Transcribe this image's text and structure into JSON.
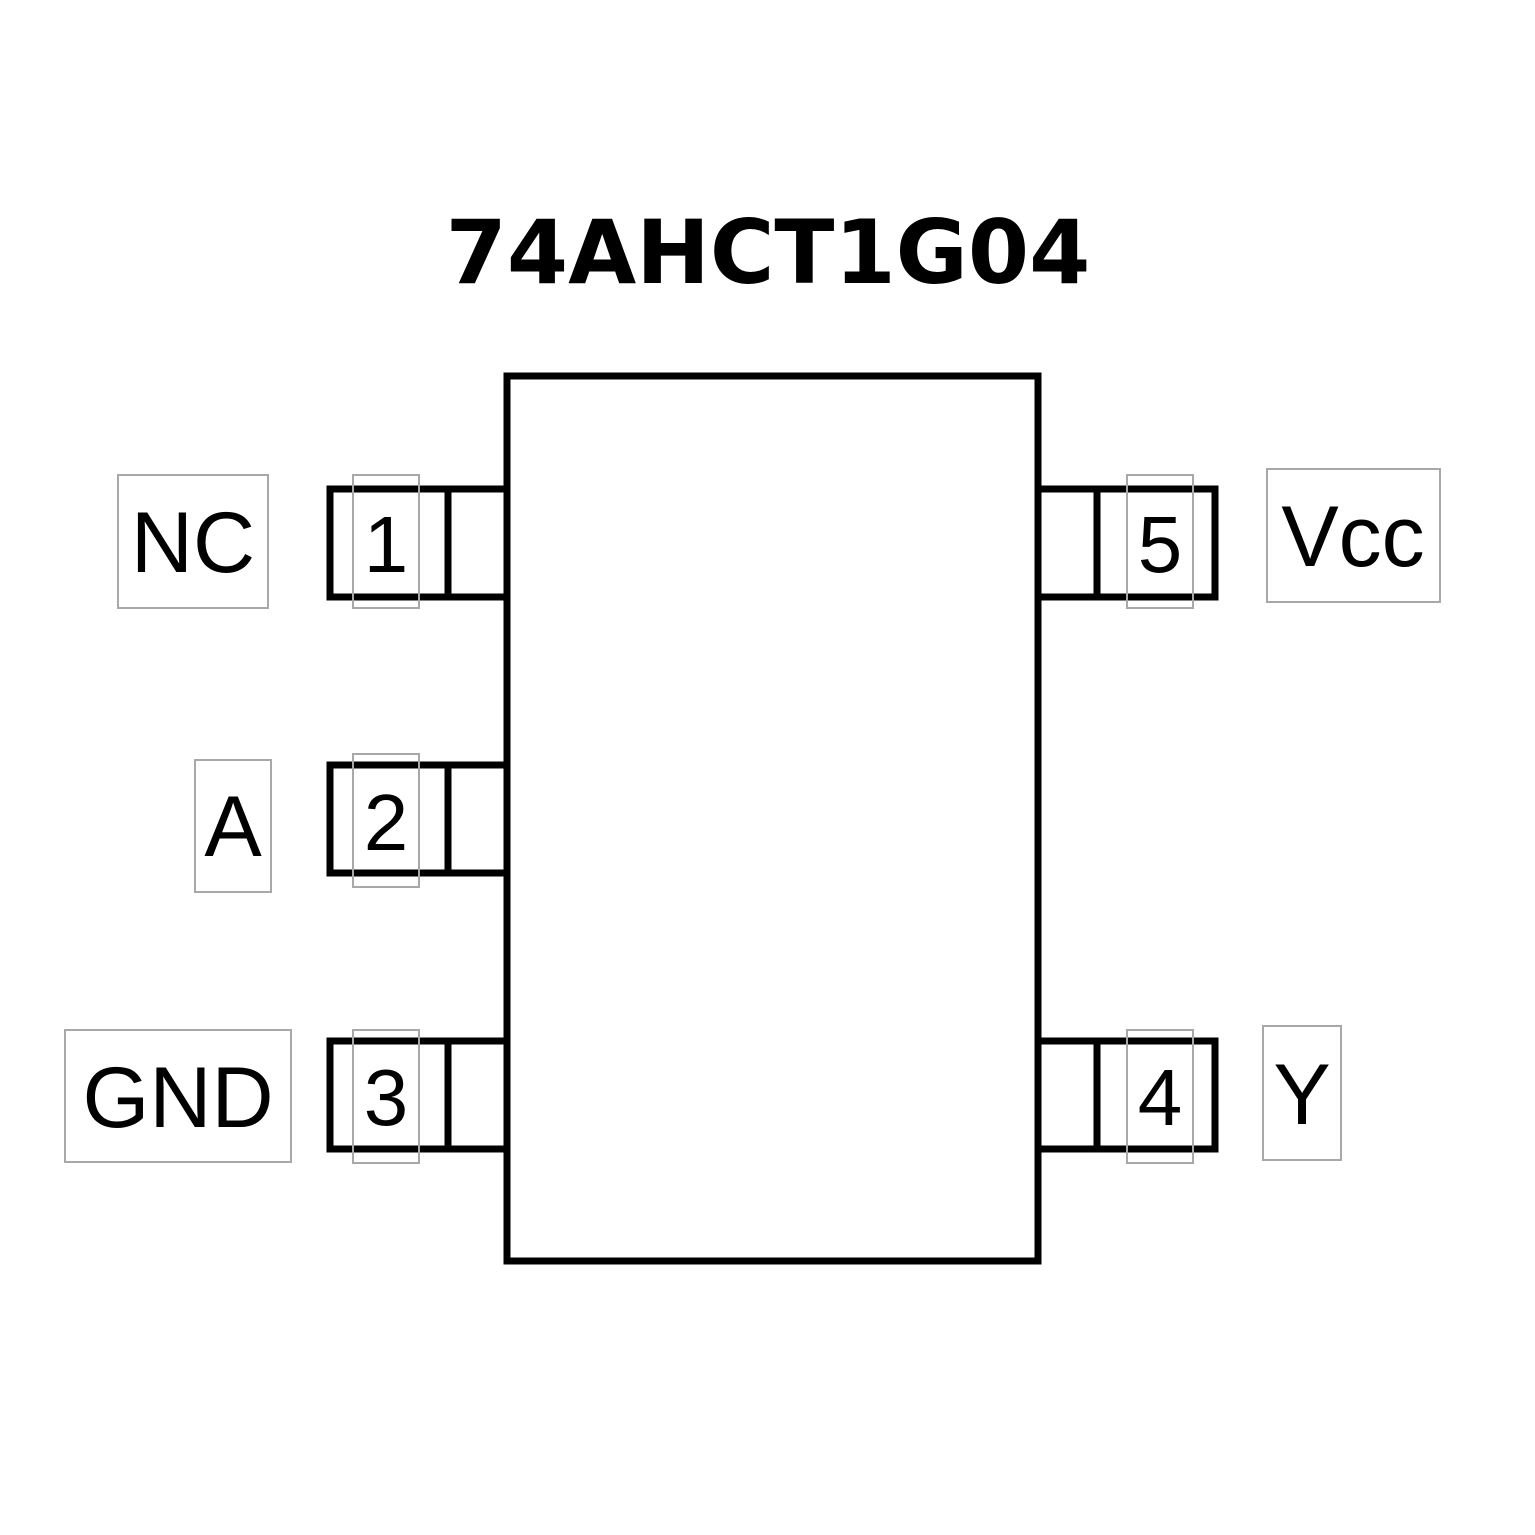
{
  "title": "74AHCT1G04",
  "colors": {
    "line": "#000000",
    "label_box": "#a8a8a8",
    "background": "#ffffff"
  },
  "pins": [
    {
      "number": "1",
      "name": "NC",
      "side": "left"
    },
    {
      "number": "2",
      "name": "A",
      "side": "left"
    },
    {
      "number": "3",
      "name": "GND",
      "side": "left"
    },
    {
      "number": "4",
      "name": "Y",
      "side": "right"
    },
    {
      "number": "5",
      "name": "Vcc",
      "side": "right"
    }
  ]
}
